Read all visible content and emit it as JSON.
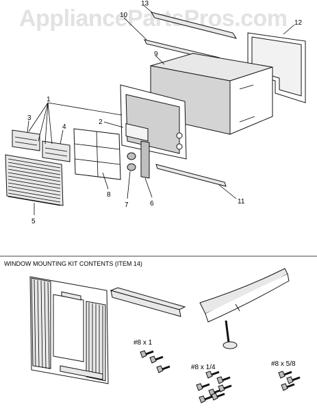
{
  "watermark": "AppliancePartsPros.com",
  "callouts": [
    "1",
    "2",
    "3",
    "4",
    "5",
    "6",
    "7",
    "8",
    "9",
    "10",
    "11",
    "12",
    "13"
  ],
  "kit_heading": "WINDOW MOUNTING KIT CONTENTS (ITEM 14)",
  "screws": {
    "a": "#8 x 1",
    "b": "#8 x 1/4",
    "c": "#8 x 5/8"
  }
}
